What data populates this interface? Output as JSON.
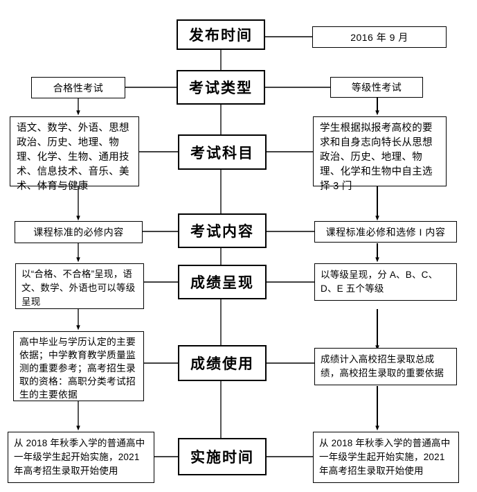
{
  "diagram": {
    "type": "flowchart",
    "orientation": "vertical-spine-with-left-and-right-branches",
    "line_color": "#000000",
    "box_border_color": "#000000",
    "background_color": "#ffffff",
    "rows": [
      {
        "key": "publish_time",
        "center": "发布时间",
        "left": null,
        "right": "2016 年 9 月"
      },
      {
        "key": "exam_type",
        "center": "考试类型",
        "left": "合格性考试",
        "right": "等级性考试"
      },
      {
        "key": "exam_subjects",
        "center": "考试科目",
        "left": "语文、数学、外语、思想政治、历史、地理、物理、化学、生物、通用技术、信息技术、音乐、美术、体育与健康",
        "right": "学生根据拟报考高校的要求和自身志向特长从思想政治、历史、地理、物理、化学和生物中自主选择 3 门"
      },
      {
        "key": "exam_content",
        "center": "考试内容",
        "left": "课程标准的必修内容",
        "right": "课程标准必修和选修 I 内容"
      },
      {
        "key": "score_presentation",
        "center": "成绩呈现",
        "left": "以“合格、不合格”呈现，语文、数学、外语也可以等级呈现",
        "right": "以等级呈现，分 A、B、C、D、E 五个等级"
      },
      {
        "key": "score_usage",
        "center": "成绩使用",
        "left": "高中毕业与学历认定的主要依据；中学教育教学质量监测的重要参考；高考招生录取的资格：高职分类考试招生的主要依据",
        "right": "成绩计入高校招生录取总成绩，高校招生录取的重要依据"
      },
      {
        "key": "implementation_time",
        "center": "实施时间",
        "left": "从 2018 年秋季入学的普通高中一年级学生起开始实施，2021 年高考招生录取开始使用",
        "right": "从 2018 年秋季入学的普通高中一年级学生起开始实施，2021 年高考招生录取开始使用"
      }
    ]
  }
}
